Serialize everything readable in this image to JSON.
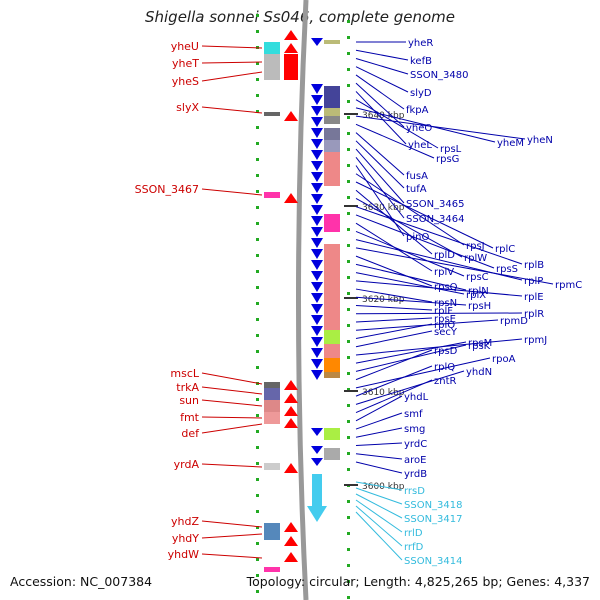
{
  "header": {
    "title": "Shigella sonnei Ss046, complete genome"
  },
  "footer": {
    "accession": "Accession: NC_007384",
    "summary": "Topology: circular; Length: 4,825,265 bp; Genes: 4,337"
  },
  "colors": {
    "left_label": "#cc0000",
    "right_label": "#0000aa",
    "rrna_label": "#33bbdd",
    "forward_arrow": "#ff0000",
    "reverse_arrow": "#0000dd",
    "rrna_arrow": "#44ccee",
    "genome_line": "#999999",
    "tick": "#22aa22"
  },
  "scale_labels": [
    "3640 kbp",
    "3630 kbp",
    "3620 kbp",
    "3610 kbp",
    "3600 kbp"
  ],
  "left_genes": [
    "yheU",
    "yheT",
    "yheS",
    "slyX",
    "SSON_3467",
    "mscL",
    "trkA",
    "sun",
    "fmt",
    "def",
    "yrdA",
    "yhdZ",
    "yhdY",
    "yhdW"
  ],
  "right_genes": [
    "yheR",
    "kefB",
    "SSON_3480",
    "slyD",
    "fkpA",
    "yheO",
    "yheL",
    "rpsL",
    "yheM",
    "yheN",
    "rpsG",
    "fusA",
    "tufA",
    "SSON_3465",
    "SSON_3464",
    "pinO",
    "rpsJ",
    "rplC",
    "rplD",
    "rplW",
    "rplB",
    "rpsS",
    "rplV",
    "rpsC",
    "rplP",
    "rpmC",
    "rpsQ",
    "rplN",
    "rplX",
    "rplE",
    "rpsN",
    "rpsH",
    "rplF",
    "rplR",
    "rpsE",
    "rpmD",
    "rplO",
    "secY",
    "rpmJ",
    "rpsM",
    "rpsK",
    "rpsD",
    "rpoA",
    "rplQ",
    "yhdN",
    "zntR",
    "yhdL",
    "smf",
    "smg",
    "yrdC",
    "aroE",
    "yrdB"
  ],
  "rrna_genes": [
    "rrsD",
    "SSON_3418",
    "SSON_3417",
    "rrlD",
    "rrfD",
    "SSON_3414"
  ]
}
